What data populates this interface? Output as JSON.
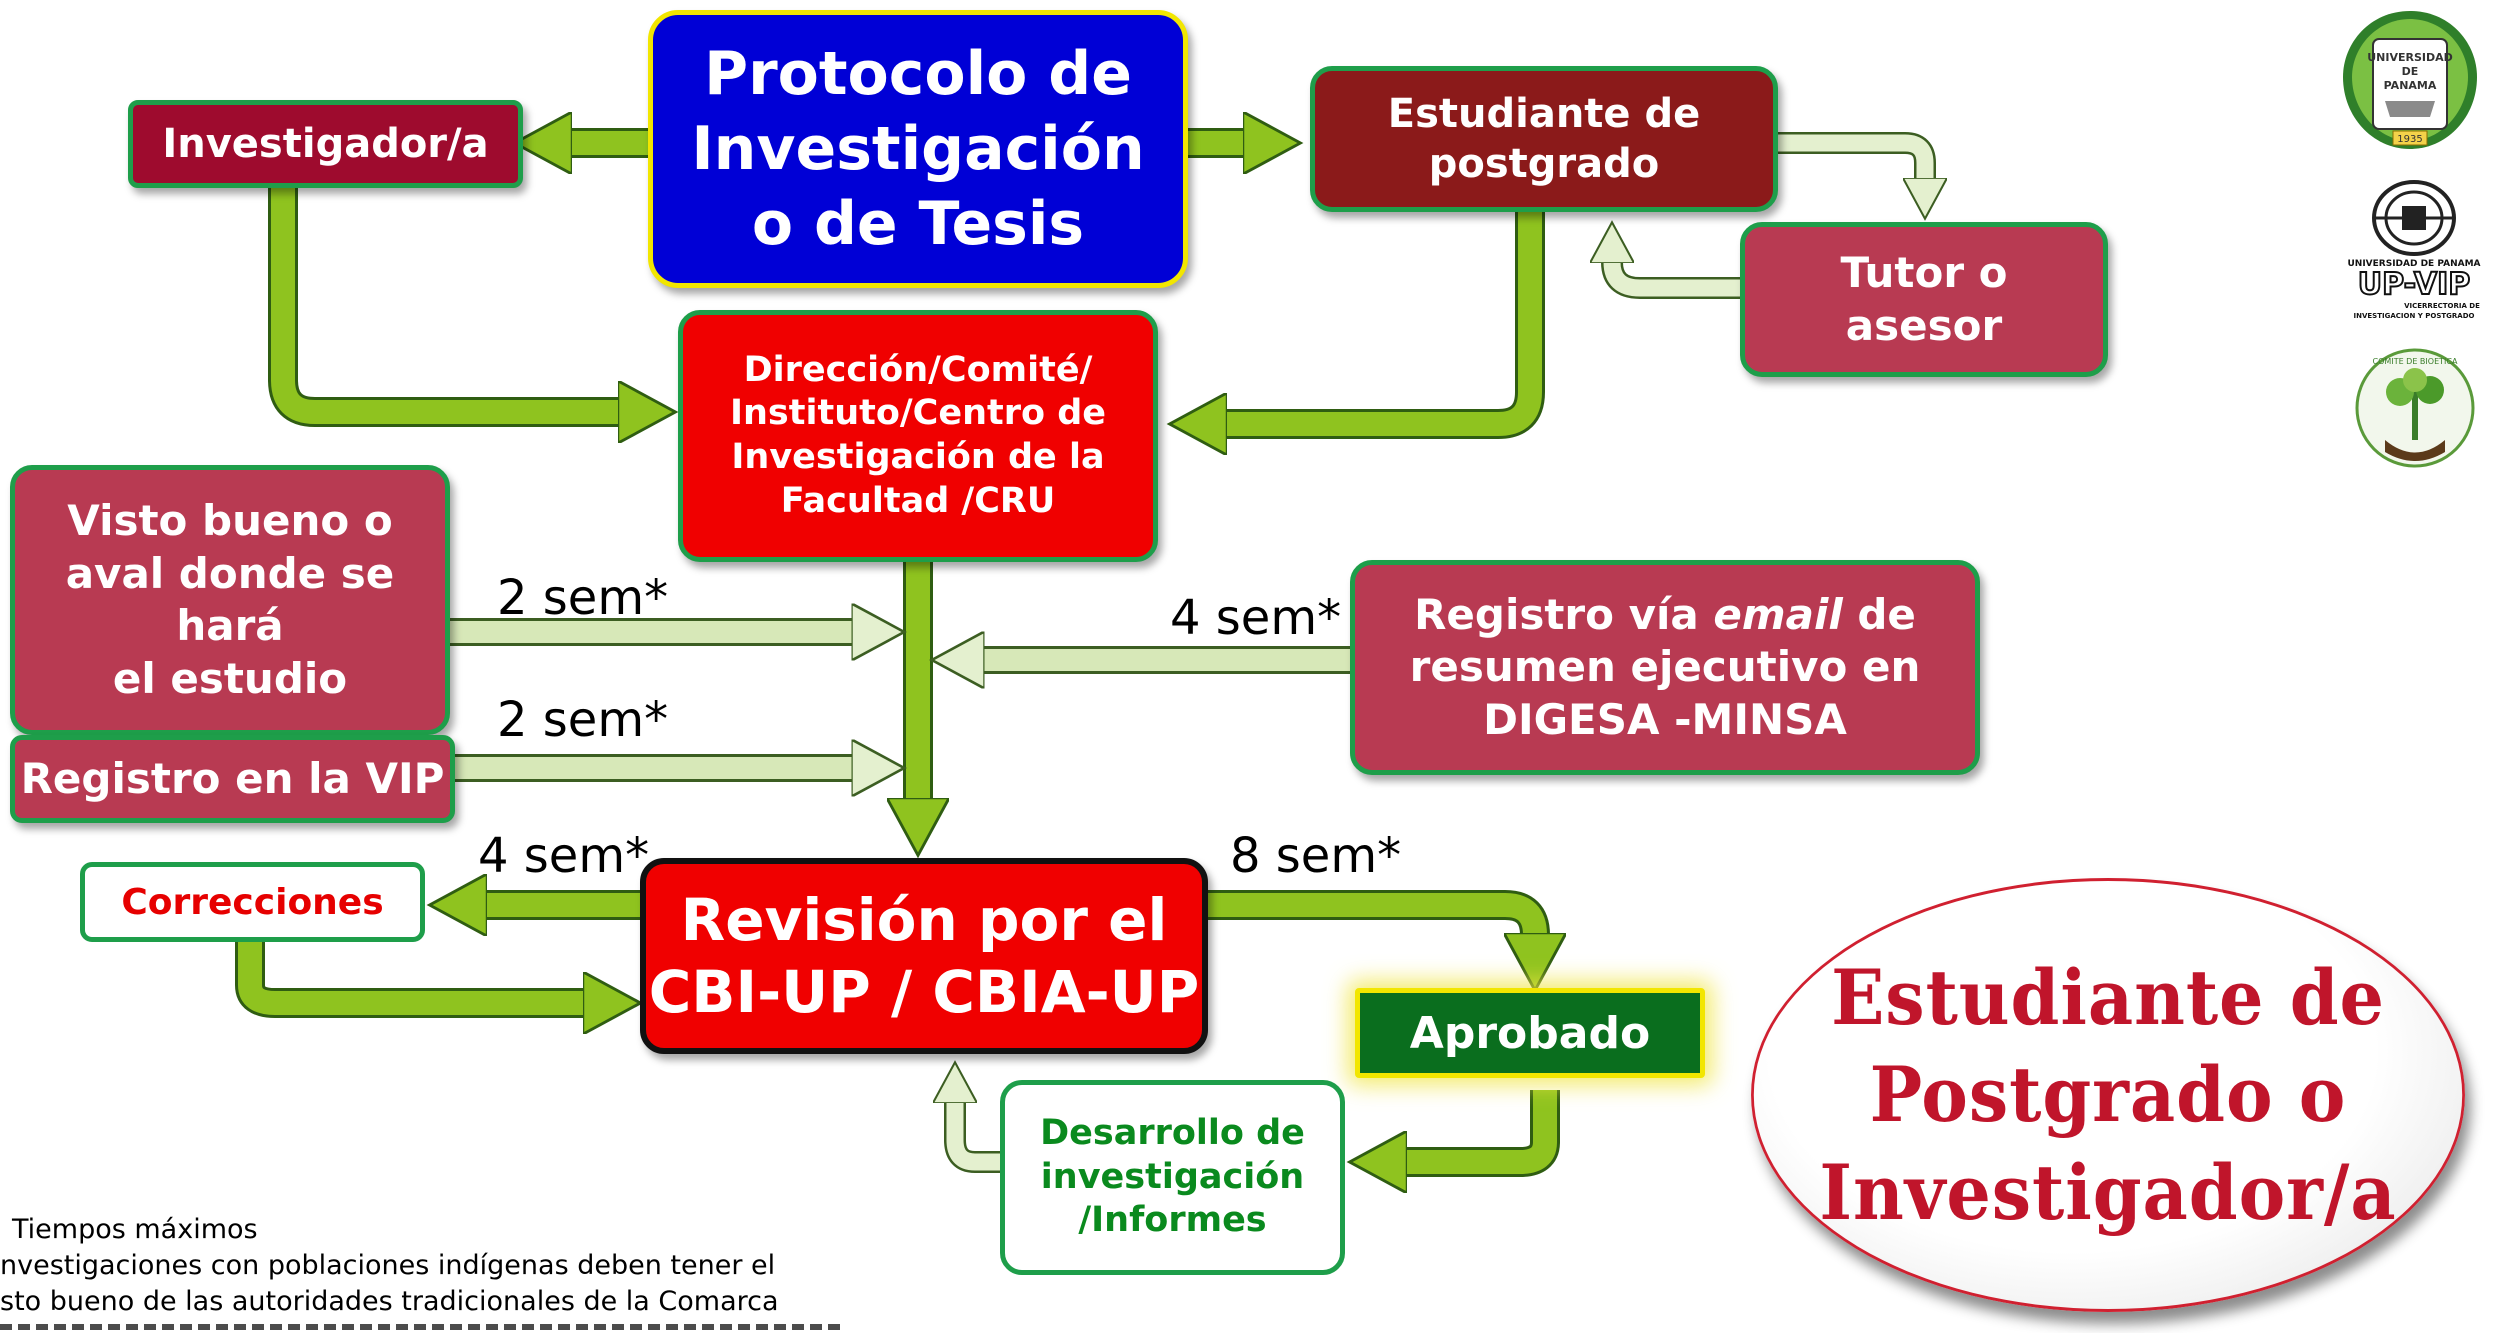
{
  "boxes": {
    "protocolo": [
      "Protocolo de",
      "Investigación",
      "o de Tesis"
    ],
    "investigador": "Investigador/a",
    "estudiante": [
      "Estudiante de",
      "postgrado"
    ],
    "tutor": [
      "Tutor o",
      "asesor"
    ],
    "direccion": [
      "Dirección/Comité/",
      "Instituto/Centro  de",
      "Investigación de la",
      "Facultad /CRU"
    ],
    "visto_bueno": [
      "Visto bueno o",
      "aval donde se",
      "hará",
      "el estudio"
    ],
    "registro_vip": "Registro en la VIP",
    "digesa": {
      "pre": "Registro vía ",
      "em": "email",
      "post": " de",
      "line2": "resumen ejecutivo en",
      "line3": "DIGESA -MINSA"
    },
    "correcciones": "Correcciones",
    "revision": [
      "Revisión por el",
      "CBI-UP / CBIA-UP"
    ],
    "aprobado": "Aprobado",
    "desarrollo": [
      "Desarrollo de",
      "investigación",
      "/Informes"
    ],
    "oval": [
      "Estudiante de",
      "Postgrado o",
      "Investigador/a"
    ]
  },
  "time_labels": {
    "visto": "2 sem*",
    "vip": "2 sem*",
    "digesa": "4 sem*",
    "correcciones": "4 sem*",
    "aprobado": "8 sem*"
  },
  "footnote": [
    "Tiempos máximos",
    "nvestigaciones con poblaciones indígenas deben tener el",
    "sto bueno de las autoridades tradicionales de la Comarca"
  ],
  "logos": {
    "upanama": {
      "line1": "UNIVERSIDAD",
      "line2": "DE",
      "line3": "PANAMA",
      "year": "1935"
    },
    "upvip": {
      "top": "UNIVERSIDAD DE PANAMA",
      "mark": "UP-VIP",
      "sub1": "VICERRECTORIA DE",
      "sub2": "INVESTIGACION Y POSTGRADO"
    },
    "bioetica": {
      "arc": "COMITE DE BIOETICA"
    }
  },
  "colors": {
    "arrow_green": "#8fc31f",
    "arrow_light": "#d7e8b8",
    "box_border": "#1e9e4a",
    "protocol_blue": "#0000d6",
    "oval_text": "#c0152b"
  }
}
